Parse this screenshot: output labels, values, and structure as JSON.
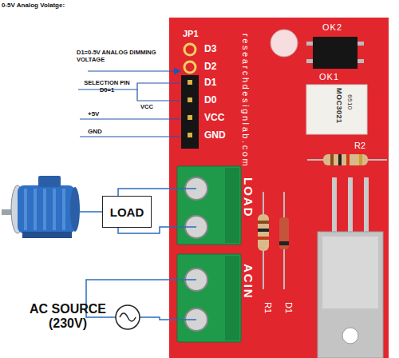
{
  "diagram": {
    "title": "0-5V Analog Volatge:",
    "nodes": [
      {
        "text": [
          "LOAD"
        ]
      }
    ],
    "labels": [
      "JP1",
      "D3",
      "D2",
      "D1",
      "D0",
      "VCC",
      "GND",
      "D1=0-5V ANALOG DIMMING VOLTAGE",
      "SELECTION PIN D0=1",
      "VCC",
      "+5V",
      "GND",
      "researchdesignlab.com",
      "OK2",
      "OK1",
      "MOC3021",
      "6510",
      "R2",
      "LOAD",
      "ACIN",
      "R1",
      "D1",
      "AC SOURCE (230V)"
    ]
  }
}
